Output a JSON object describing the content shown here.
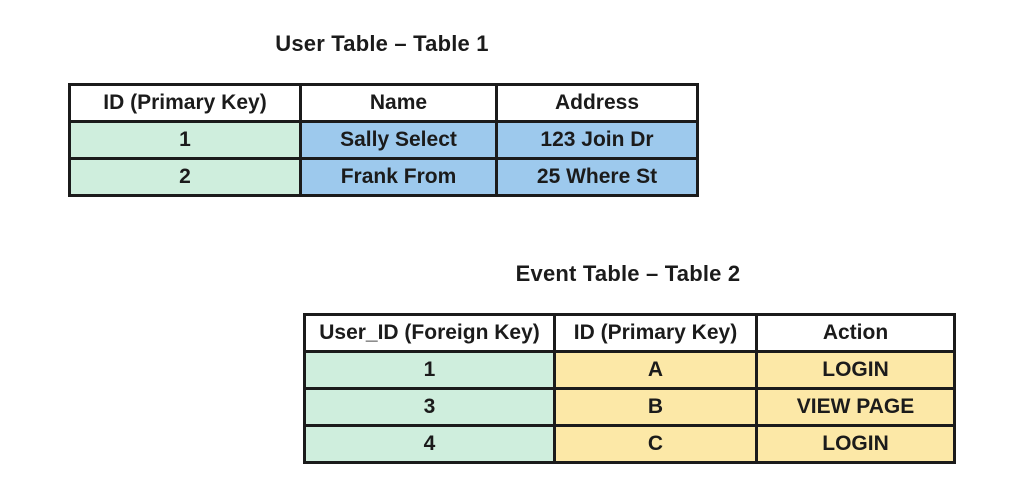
{
  "page": {
    "background": "#ffffff",
    "description": "Two database tables illustrating primary and foreign keys"
  },
  "colors": {
    "border": "#1b1b1b",
    "text": "#1b1b1b",
    "header_bg": "#ffffff",
    "green": "#cfeedd",
    "blue": "#9dc9ed",
    "yellow": "#fce8a7"
  },
  "tables": [
    {
      "title": "User Table – Table 1",
      "headers": [
        "ID (Primary Key)",
        "Name",
        "Address"
      ],
      "column_colors": [
        "green",
        "blue",
        "blue"
      ],
      "rows": [
        [
          "1",
          "Sally Select",
          "123 Join Dr"
        ],
        [
          "2",
          "Frank From",
          "25 Where St"
        ]
      ]
    },
    {
      "title": "Event Table – Table 2",
      "headers": [
        "User_ID (Foreign Key)",
        "ID (Primary Key)",
        "Action"
      ],
      "column_colors": [
        "green",
        "yellow",
        "yellow"
      ],
      "rows": [
        [
          "1",
          "A",
          "LOGIN"
        ],
        [
          "3",
          "B",
          "VIEW PAGE"
        ],
        [
          "4",
          "C",
          "LOGIN"
        ]
      ]
    }
  ]
}
